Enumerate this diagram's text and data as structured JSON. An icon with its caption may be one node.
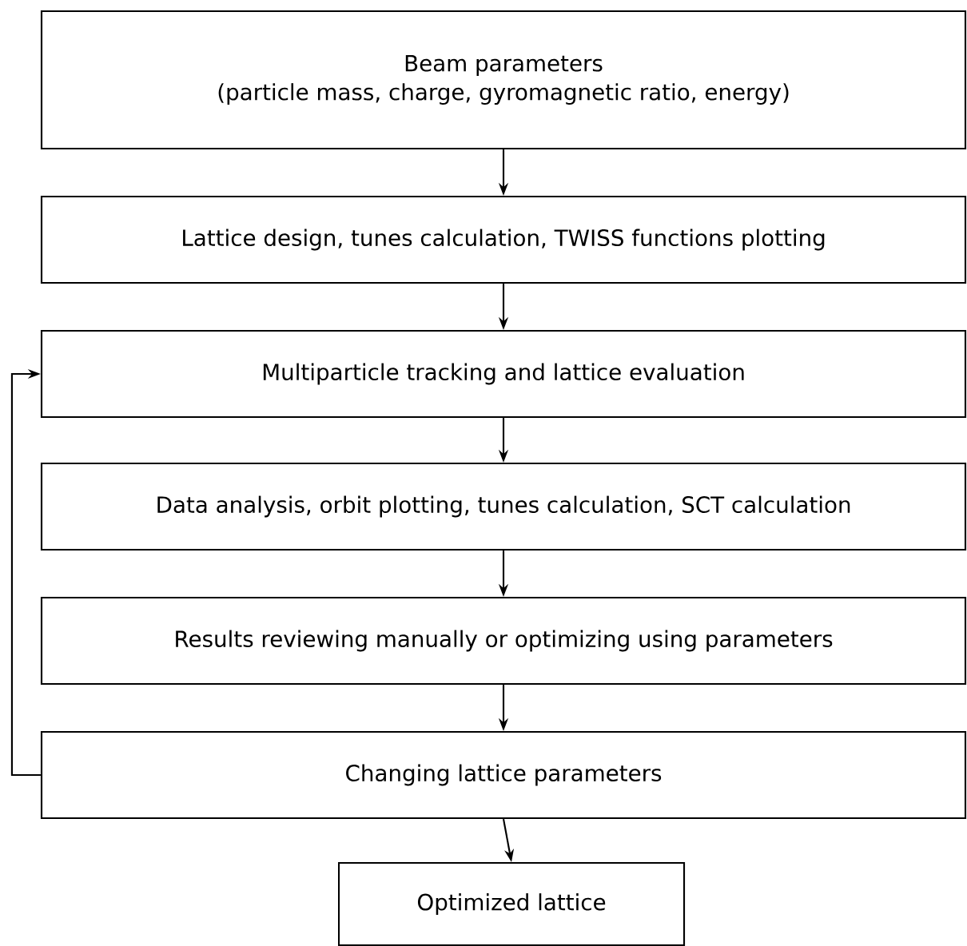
{
  "diagram": {
    "nodes": [
      {
        "text": [
          "Beam parameters",
          "(particle mass, charge, gyromagnetic ratio, energy)"
        ]
      },
      {
        "text": [
          "Lattice design, tunes calculation, TWISS functions plotting"
        ]
      },
      {
        "text": [
          "Multiparticle tracking and lattice evaluation"
        ]
      },
      {
        "text": [
          "Data analysis, orbit plotting, tunes calculation, SCT calculation"
        ]
      },
      {
        "text": [
          "Results reviewing manually or optimizing using parameters"
        ]
      },
      {
        "text": [
          "Changing lattice parameters"
        ]
      },
      {
        "text": [
          "Optimized lattice"
        ]
      }
    ],
    "edges": [
      {
        "from": 0,
        "to": 1,
        "arrow": "to"
      },
      {
        "from": 1,
        "to": 2,
        "arrow": "to"
      },
      {
        "from": 2,
        "to": 3,
        "arrow": "to"
      },
      {
        "from": 3,
        "to": 4,
        "arrow": "to"
      },
      {
        "from": 4,
        "to": 5,
        "arrow": "to"
      },
      {
        "from": 5,
        "to": 6,
        "arrow": "to"
      },
      {
        "from": 5,
        "to": 2,
        "arrow": "to"
      }
    ]
  }
}
